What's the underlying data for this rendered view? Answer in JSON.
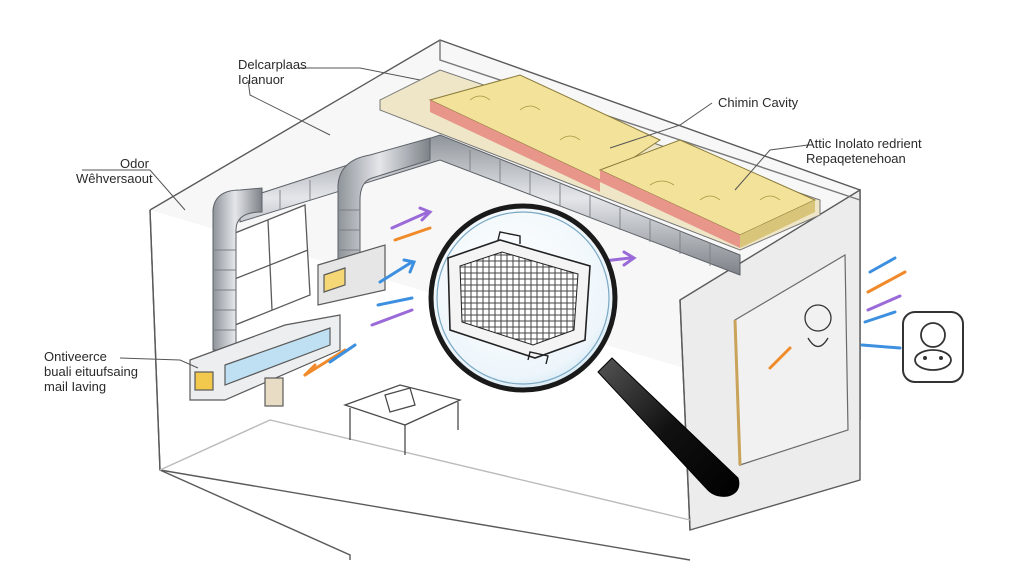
{
  "labels": {
    "ductwork": [
      "Delcarplaas",
      "Iclanuor"
    ],
    "chimney": [
      "Chimin Cavity"
    ],
    "attic": [
      "Attic Inolato redrient",
      "Repaqetenehoan"
    ],
    "odor": [
      "Odor",
      "Wêhversaout"
    ],
    "maintenance": [
      "Ontiveerce",
      "buali eituufsaing",
      "mail Iaving"
    ]
  },
  "colors": {
    "line": "#5a5a5a",
    "insulation": "#f3e29a",
    "insulation_pink": "#e8958a",
    "duct": "#b8bcc2",
    "arrow_blue": "#3d8fe0",
    "arrow_orange": "#f08a2a",
    "arrow_purple": "#9a6ad8",
    "handle": "#1c1c1c"
  },
  "icons": [
    "magnifier-icon",
    "air-filter-icon",
    "mold-sign-icon",
    "air-flow-arrow-icon"
  ]
}
